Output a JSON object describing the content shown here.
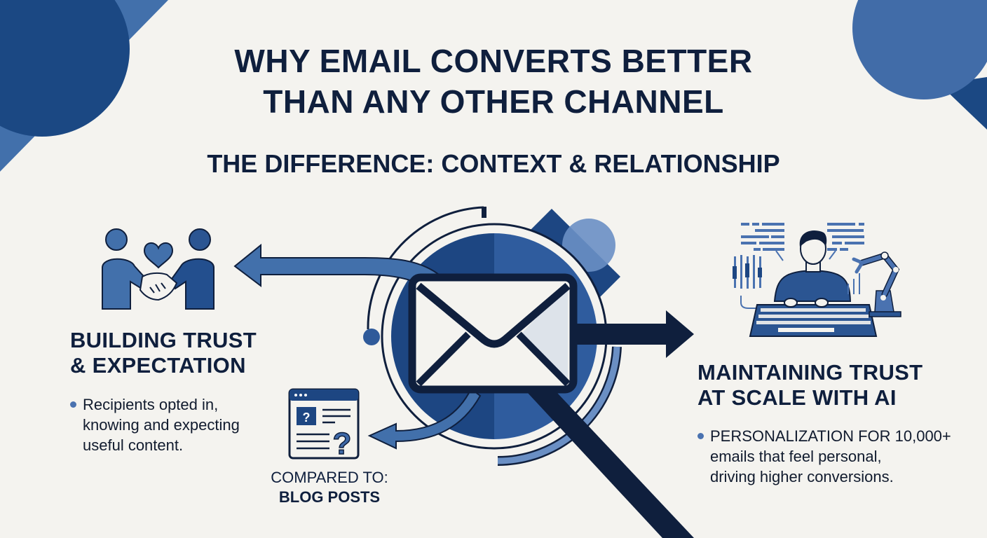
{
  "header": {
    "title_line1": "WHY EMAIL CONVERTS BETTER",
    "title_line2": "THAN ANY OTHER CHANNEL",
    "subtitle": "THE DIFFERENCE: CONTEXT & RELATIONSHIP"
  },
  "left_section": {
    "icon": "handshake-heart-icon",
    "heading_line1": "BUILDING TRUST",
    "heading_line2": "& EXPECTATION",
    "bullet_line1": "Recipients opted in,",
    "bullet_line2": "knowing and expecting",
    "bullet_line3": "useful content."
  },
  "center": {
    "icon": "envelope-icon"
  },
  "comparison": {
    "icon": "blog-post-question-icon",
    "label_line1": "COMPARED TO:",
    "label_line2": "BLOG POSTS"
  },
  "right_section": {
    "icon": "person-keyboard-robot-arm-icon",
    "heading_line1": "MAINTAINING TRUST",
    "heading_line2": "AT SCALE WITH AI",
    "bullet_line1": "PERSONALIZATION FOR 10,000+",
    "bullet_line2": "emails that feel personal,",
    "bullet_line3": "driving higher conversions."
  },
  "colors": {
    "background": "#f4f3ef",
    "navy": "#0f1f3d",
    "dark_blue": "#1d4682",
    "mid_blue": "#3e69a8",
    "light_blue": "#6a8fc4"
  }
}
